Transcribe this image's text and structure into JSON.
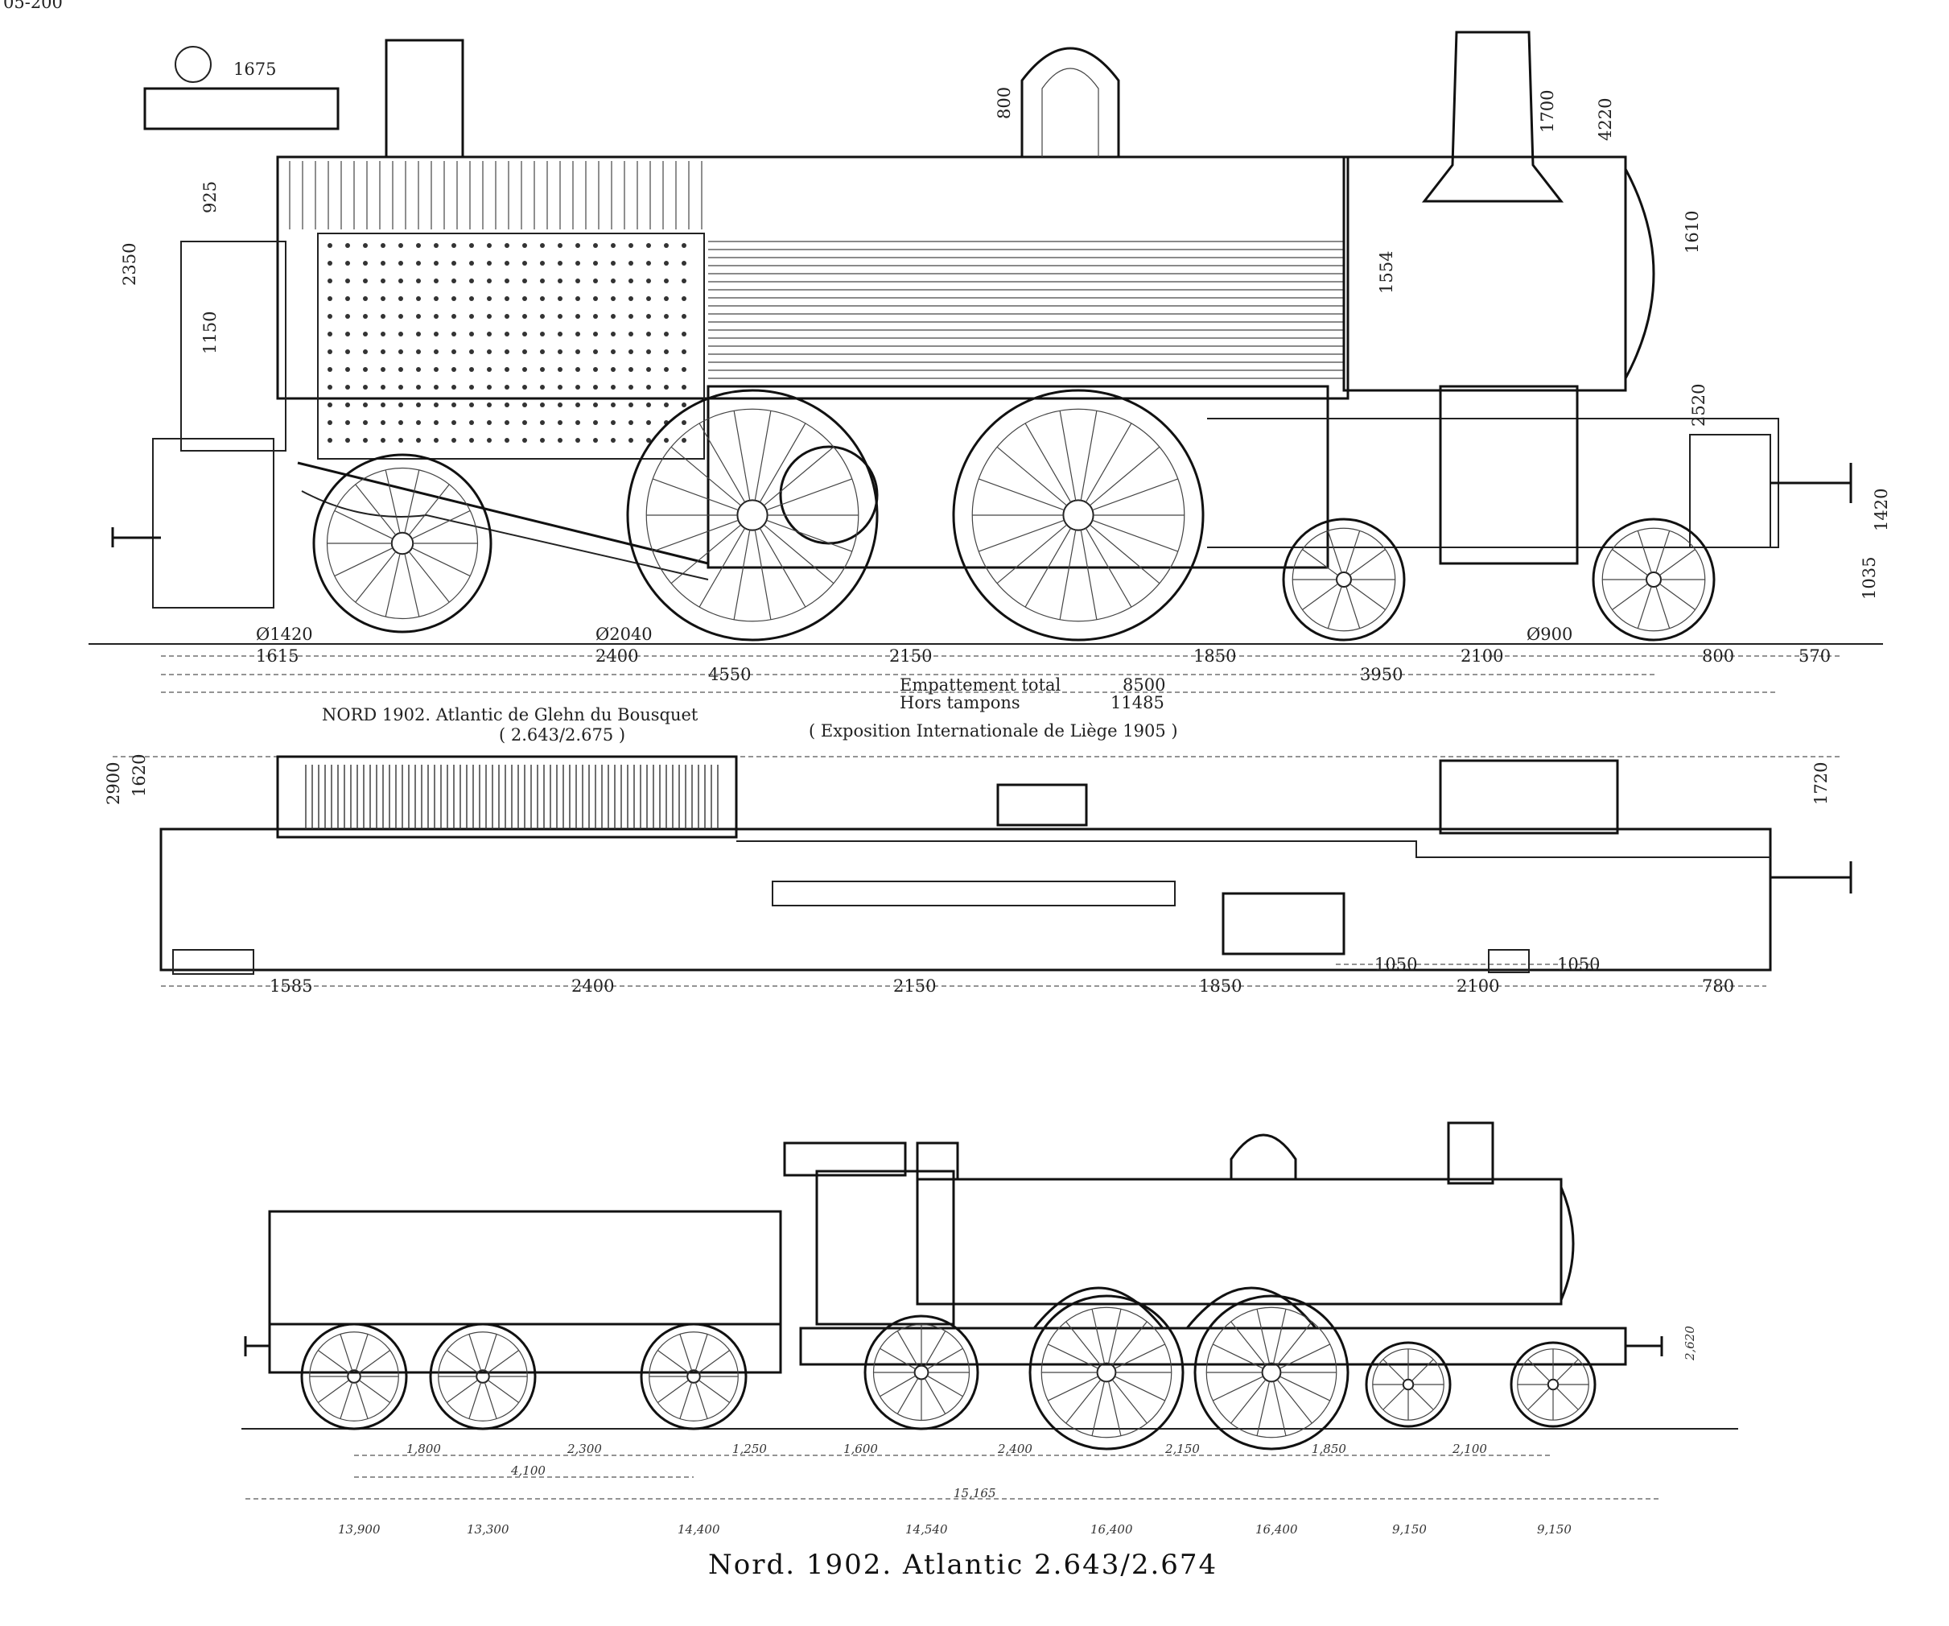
{
  "page_number": "05-200",
  "elevation": {
    "dims_top": [
      "1675",
      "800",
      "1700",
      "4220"
    ],
    "dims_left": [
      "2350",
      "925",
      "1150"
    ],
    "dims_right": [
      "1554",
      "1610",
      "2520",
      "1420",
      "1035"
    ],
    "wheel_dia": [
      "Ø1420",
      "Ø2040",
      "Ø900"
    ],
    "row1": [
      "1615",
      "2400",
      "2150",
      "1850",
      "2100",
      "800",
      "570"
    ],
    "row2": [
      "4550",
      "3950"
    ],
    "wheelbase_label": "Empattement total",
    "wheelbase_value": "8500",
    "buffers_label": "Hors tampons",
    "buffers_value": "11485",
    "caption_line1": "NORD 1902. Atlantic de Glehn du Bousquet",
    "caption_line2": "( 2.643/2.675 )",
    "caption_expo": "( Exposition Internationale de Liège 1905 )"
  },
  "plan": {
    "dims_left": [
      "2900",
      "1620"
    ],
    "dims_right": [
      "1720"
    ],
    "row1": [
      "1585",
      "2400",
      "2150",
      "1850",
      "2100",
      "780"
    ],
    "bogie": [
      "1050",
      "1050"
    ]
  },
  "outline": {
    "dim_rows": [
      "1,800",
      "2,300",
      "1,250",
      "1,600",
      "2,400",
      "2,150",
      "1,850",
      "2,100"
    ],
    "tender_base": "4,100",
    "total": "15,165",
    "height": "2,620",
    "axle_loads": [
      "13,900",
      "13,300",
      "14,400",
      "14,540",
      "16,400",
      "16,400",
      "9,150",
      "9,150"
    ],
    "title": "Nord. 1902. Atlantic 2.643/2.674"
  }
}
